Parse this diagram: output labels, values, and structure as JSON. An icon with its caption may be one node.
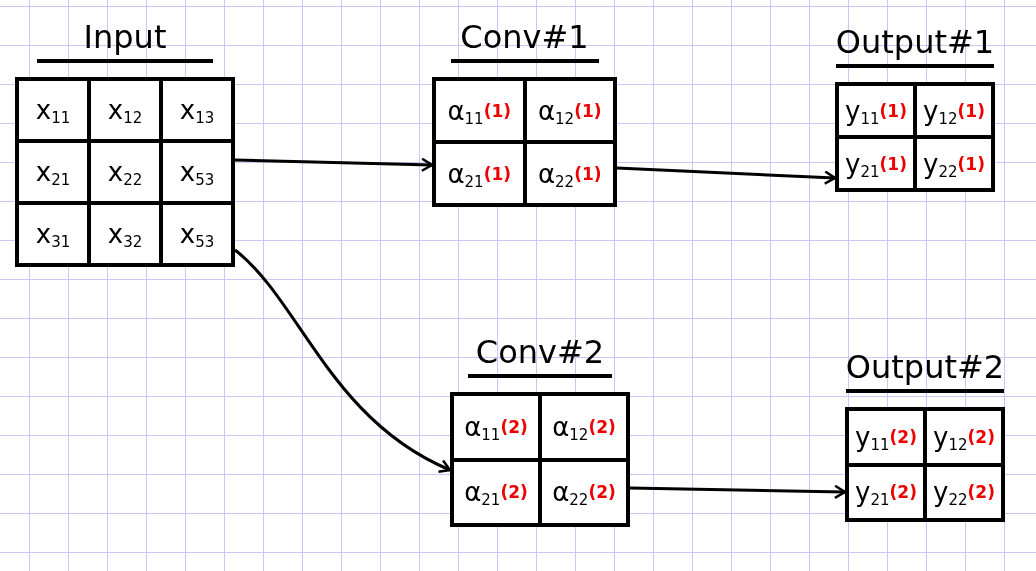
{
  "diagram": {
    "nodes": [
      {
        "text": [
          "Input",
          "x$_{11}$",
          "x$_{12}$",
          "x$_{13}$",
          "x$_{21}$",
          "x$_{22}$",
          "x$_{53}$",
          "x$_{31}$",
          "x$_{32}$",
          "x$_{53}$"
        ]
      },
      {
        "text": [
          "Conv#1",
          "α$_{11}$$^{(1)}$",
          "α$_{12}$$^{(1)}$",
          "α$_{21}$$^{(1)}$",
          "α$_{22}$$^{(1)}$"
        ]
      },
      {
        "text": [
          "Output#1",
          "y$_{11}$$^{(1)}$",
          "y$_{12}$$^{(1)}$",
          "y$_{21}$$^{(1)}$",
          "y$_{22}$$^{(1)}$"
        ]
      },
      {
        "text": [
          "Conv#2",
          "α$_{11}$$^{(2)}$",
          "α$_{12}$$^{(2)}$",
          "α$_{21}$$^{(2)}$",
          "α$_{22}$$^{(2)}$"
        ]
      },
      {
        "text": [
          "Output#2",
          "y$_{11}$$^{(2)}$",
          "y$_{12}$$^{(2)}$",
          "y$_{21}$$^{(2)}$",
          "y$_{22}$$^{(2)}$"
        ]
      }
    ],
    "edges": [
      {
        "from": 0,
        "to": 1,
        "arrow": "to"
      },
      {
        "from": 0,
        "to": 3,
        "arrow": "to"
      },
      {
        "from": 1,
        "to": 2,
        "arrow": "to"
      },
      {
        "from": 3,
        "to": 4,
        "arrow": "to"
      }
    ]
  }
}
